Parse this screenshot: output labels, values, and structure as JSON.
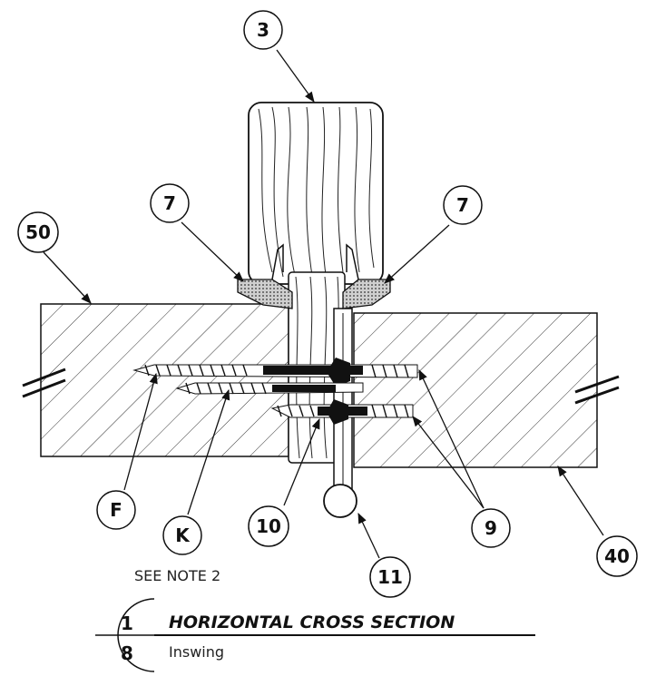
{
  "callouts": {
    "c3": "3",
    "c7_left": "7",
    "c7_right": "7",
    "c50": "50",
    "c40": "40",
    "cF": "F",
    "cK": "K",
    "c10": "10",
    "c9": "9",
    "c11": "11"
  },
  "note": "SEE NOTE 2",
  "section": {
    "ref_top": "1",
    "ref_bottom": "8",
    "title": "HORIZONTAL CROSS SECTION",
    "subtitle": "Inswing"
  }
}
